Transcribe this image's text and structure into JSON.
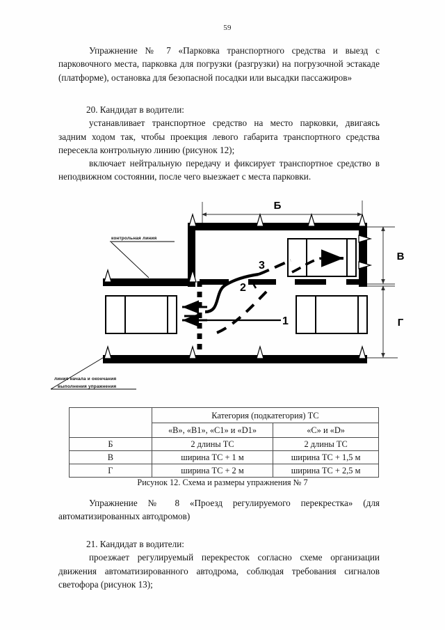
{
  "page": {
    "number": "59"
  },
  "blocks": {
    "exercise7_title": "Упражнение № 7 «Парковка транспортного средства и выезд с парковочного места, парковка для погрузки (разгрузки) на погрузочной эстакаде (платформе), остановка для безопасной посадки или высадки пассажиров»",
    "para20_lead": "20. Кандидат в водители:",
    "para20_item1": "устанавливает транспортное средство на место парковки, двигаясь задним ходом так, чтобы проекция левого габарита транспортного средства пересекла контрольную линию (рисунок 12);",
    "para20_item2": "включает нейтральную передачу и фиксирует транспортное средство в неподвижном состоянии, после чего выезжает с места парковки.",
    "exercise8_title": "Упражнение № 8 «Проезд регулируемого перекрестка» (для автоматизированных автодромов)",
    "para21_lead": "21. Кандидат в водители:",
    "para21_item1": "проезжает регулируемый перекресток согласно схеме организации движения автоматизированного автодрома, соблюдая требования сигналов светофора (рисунок 13);"
  },
  "figure": {
    "caption": "Рисунок 12. Схема и размеры упражнения № 7",
    "labels": {
      "control_line": "контрольная линия",
      "start_finish_line_1": "линия начала и окончания",
      "start_finish_line_2": "выполнения упражнения",
      "dim_b": "Б",
      "dim_v": "В",
      "dim_g": "Г",
      "marker_1": "1",
      "marker_2": "2",
      "marker_3": "3"
    },
    "colors": {
      "ink": "#000000",
      "line": "#1a1a1a"
    }
  },
  "table": {
    "header_group": "Категория (подкатегория) ТС",
    "col_headers": [
      "«В», «В1», «С1» и «D1»",
      "«С» и «D»"
    ],
    "rows": [
      {
        "label": "Б",
        "values": [
          "2 длины ТС",
          "2 длины ТС"
        ]
      },
      {
        "label": "В",
        "values": [
          "ширина ТС + 1 м",
          "ширина ТС + 1,5 м"
        ]
      },
      {
        "label": "Г",
        "values": [
          "ширина ТС + 2 м",
          "ширина ТС + 2,5 м"
        ]
      }
    ]
  }
}
